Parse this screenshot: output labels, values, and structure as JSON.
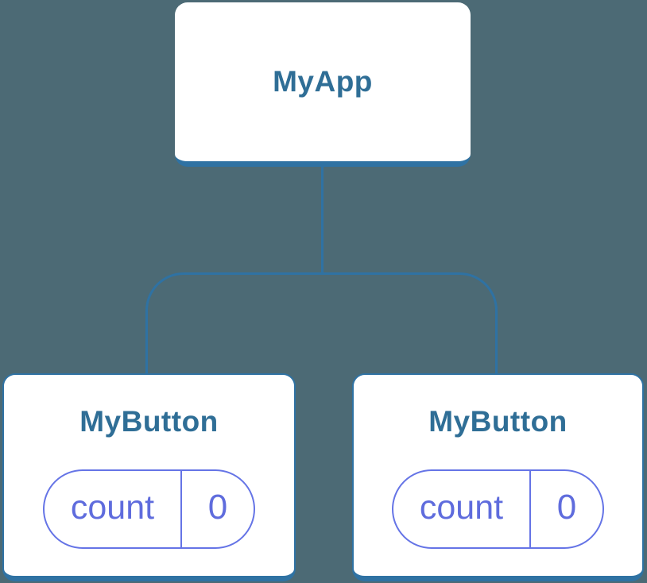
{
  "diagram": {
    "type": "component-tree",
    "colors": {
      "background": "#4c6a75",
      "accent_blue": "#2f72a3",
      "node_text": "#2f6e96",
      "state_accent": "#6574e6",
      "state_text": "#5f6cdd",
      "node_fill": "#ffffff"
    },
    "root": {
      "label": "MyApp"
    },
    "children": [
      {
        "label": "MyButton",
        "state": {
          "key": "count",
          "value": "0"
        }
      },
      {
        "label": "MyButton",
        "state": {
          "key": "count",
          "value": "0"
        }
      }
    ]
  }
}
